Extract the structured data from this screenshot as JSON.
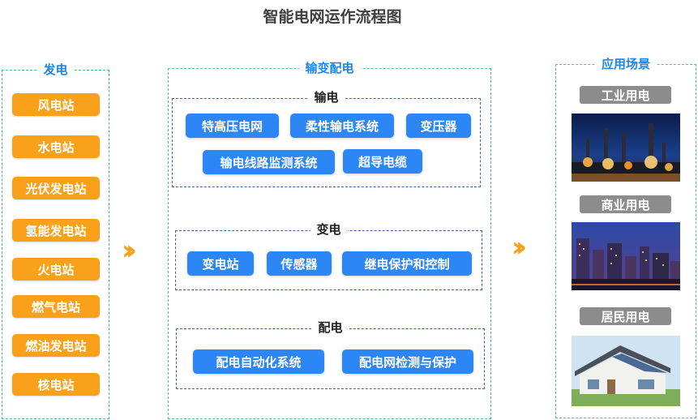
{
  "title": "智能电网运作流程图",
  "generation": {
    "label": "发电",
    "items": [
      "风电站",
      "水电站",
      "光伏发电站",
      "氢能发电站",
      "火电站",
      "燃气电站",
      "燃油发电站",
      "核电站"
    ]
  },
  "transmission_distribution": {
    "label": "输变配电",
    "transmission": {
      "label": "输电",
      "items": [
        "特高压电网",
        "柔性输电系统",
        "变压器",
        "输电线路监测系统",
        "超导电缆"
      ]
    },
    "transformation": {
      "label": "变电",
      "items": [
        "变电站",
        "传感器",
        "继电保护和控制"
      ]
    },
    "distribution": {
      "label": "配电",
      "items": [
        "配电自动化系统",
        "配电网检测与保护"
      ]
    }
  },
  "application": {
    "label": "应用场景",
    "items": [
      "工业用电",
      "商业用电",
      "居民用电"
    ]
  },
  "colors": {
    "orange": "#f9a11b",
    "blue": "#2c86f5",
    "green_dash": "#4fbf9a",
    "navy_dash": "#3f5fa8",
    "gray_label": "#8c8c8c"
  }
}
